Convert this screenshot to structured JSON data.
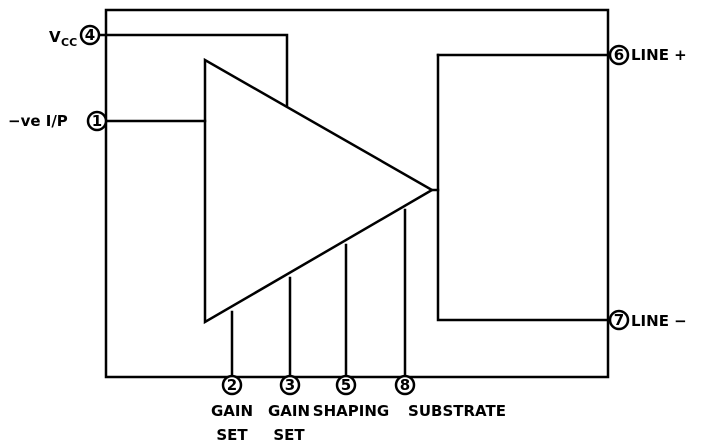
{
  "labels": {
    "vcc_main": "V",
    "vcc_sub": "CC",
    "neg_input": "−ve I/P",
    "line_pos": "LINE +",
    "line_neg": "LINE −",
    "gain_set_2_line1": "GAIN",
    "gain_set_2_line2": "SET",
    "gain_set_3_line1": "GAIN",
    "gain_set_3_line2": "SET",
    "shaping": "SHAPING",
    "substrate": "SUBSTRATE"
  },
  "pins": {
    "p1": "1",
    "p2": "2",
    "p3": "3",
    "p4": "4",
    "p5": "5",
    "p6": "6",
    "p7": "7",
    "p8": "8"
  }
}
